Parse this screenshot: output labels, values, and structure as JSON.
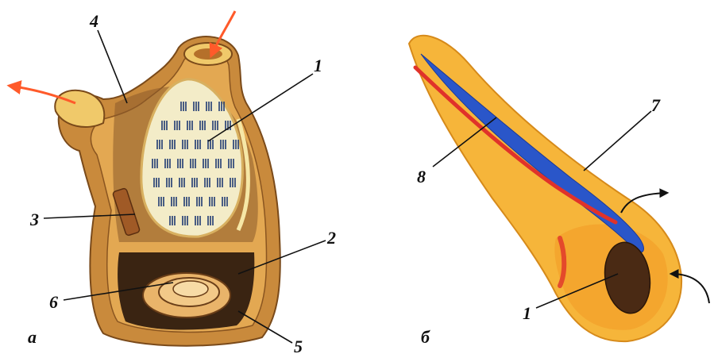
{
  "panels": [
    {
      "letter": "а"
    },
    {
      "letter": "б"
    }
  ],
  "labels": {
    "a1": "1",
    "a2": "2",
    "a3": "3",
    "a4": "4",
    "a5": "5",
    "a6": "6",
    "b1": "1",
    "b7": "7",
    "b8": "8"
  },
  "colors": {
    "body_outer": "#c98a3c",
    "body_inner": "#f0c96a",
    "pharynx": "#f3ecc8",
    "gill_slits": "#1f3a72",
    "flow_arrow": "#ff5a2a",
    "larva": "#f6b53a",
    "vessel_blue": "#2a56c9",
    "vessel_red": "#e0322a",
    "gut": "#4a2a14"
  }
}
